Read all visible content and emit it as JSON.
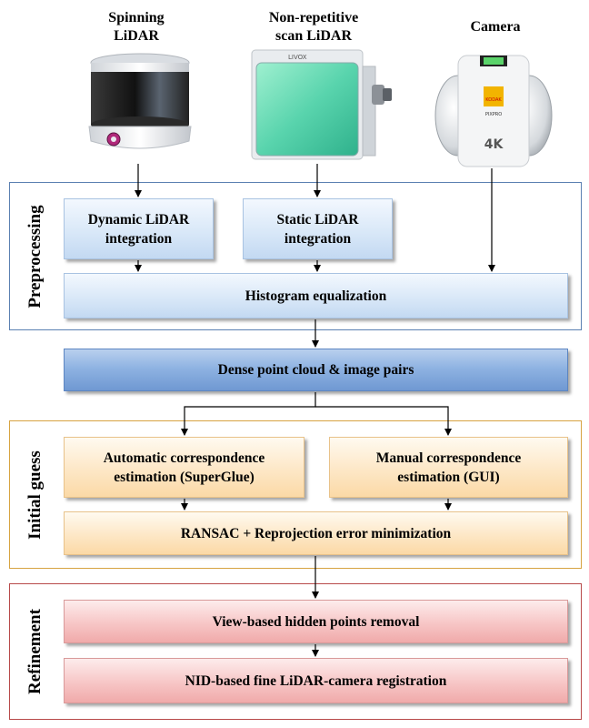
{
  "devices": [
    {
      "id": "spinning",
      "label": "Spinning\nLiDAR",
      "icon": "spinning-lidar-icon"
    },
    {
      "id": "nonrep",
      "label": "Non-repetitive\nscan LiDAR",
      "icon": "livox-lidar-icon",
      "brand": "LIVOX"
    },
    {
      "id": "camera",
      "label": "Camera",
      "icon": "360-camera-icon",
      "brand": "KODAK",
      "badge": "4K",
      "model": "PIXPRO"
    }
  ],
  "sections": {
    "preprocessing": {
      "title": "Preprocessing",
      "boxes": {
        "dynamic": "Dynamic LiDAR\nintegration",
        "static": "Static LiDAR\nintegration",
        "histogram": "Histogram equalization"
      }
    },
    "dense": "Dense point cloud & image pairs",
    "initial_guess": {
      "title": "Initial guess",
      "boxes": {
        "automatic": "Automatic correspondence\nestimation (SuperGlue)",
        "manual": "Manual correspondence\nestimation (GUI)",
        "ransac": "RANSAC + Reprojection error minimization"
      }
    },
    "refinement": {
      "title": "Refinement",
      "boxes": {
        "hidden": "View-based hidden points removal",
        "nid": "NID-based fine LiDAR-camera registration"
      }
    }
  },
  "colors": {
    "preprocessing_border": "#5b80b2",
    "initial_guess_border": "#d7a341",
    "refinement_border": "#b84a4a"
  }
}
